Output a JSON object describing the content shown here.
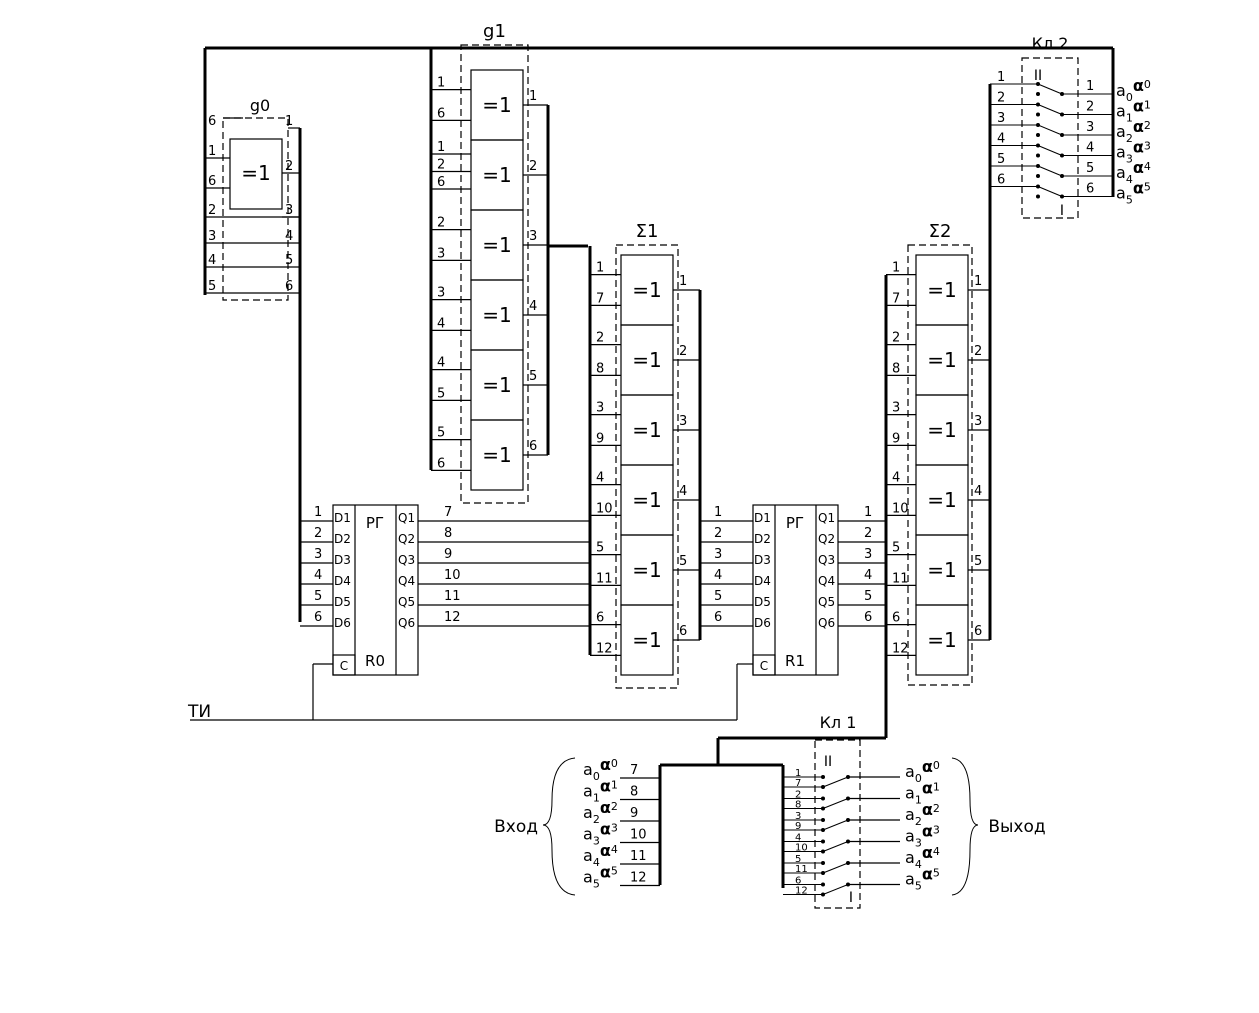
{
  "g0": {
    "title": "g0",
    "gate": "=1",
    "pins_left": [
      "6",
      "1",
      "6",
      "2",
      "3",
      "4",
      "5"
    ],
    "pins_right": [
      "1",
      "2",
      "3",
      "4",
      "5",
      "6"
    ]
  },
  "g1": {
    "title": "g1",
    "gate": "=1",
    "inputs": [
      [
        "1",
        "6"
      ],
      [
        "1",
        "2",
        "6"
      ],
      [
        "2",
        "3"
      ],
      [
        "3",
        "4"
      ],
      [
        "4",
        "5"
      ],
      [
        "5",
        "6"
      ]
    ],
    "outputs": [
      "1",
      "2",
      "3",
      "4",
      "5",
      "6"
    ]
  },
  "m1": {
    "title": "Σ1",
    "gate": "=1",
    "inputs": [
      [
        "1",
        "7"
      ],
      [
        "2",
        "8"
      ],
      [
        "3",
        "9"
      ],
      [
        "4",
        "10"
      ],
      [
        "5",
        "11"
      ],
      [
        "6",
        "12"
      ]
    ],
    "outputs": [
      "1",
      "2",
      "3",
      "4",
      "5",
      "6"
    ]
  },
  "m2": {
    "title": "Σ2",
    "gate": "=1",
    "inputs": [
      [
        "1",
        "7"
      ],
      [
        "2",
        "8"
      ],
      [
        "3",
        "9"
      ],
      [
        "4",
        "10"
      ],
      [
        "5",
        "11"
      ],
      [
        "6",
        "12"
      ]
    ],
    "outputs": [
      "1",
      "2",
      "3",
      "4",
      "5",
      "6"
    ]
  },
  "r0": {
    "type": "РГ",
    "name": "R0",
    "clock_pin": "C",
    "d": [
      "D1",
      "D2",
      "D3",
      "D4",
      "D5",
      "D6"
    ],
    "q": [
      "Q1",
      "Q2",
      "Q3",
      "Q4",
      "Q5",
      "Q6"
    ],
    "in": [
      "1",
      "2",
      "3",
      "4",
      "5",
      "6"
    ],
    "out": [
      "7",
      "8",
      "9",
      "10",
      "11",
      "12"
    ]
  },
  "r1": {
    "type": "РГ",
    "name": "R1",
    "clock_pin": "C",
    "d": [
      "D1",
      "D2",
      "D3",
      "D4",
      "D5",
      "D6"
    ],
    "q": [
      "Q1",
      "Q2",
      "Q3",
      "Q4",
      "Q5",
      "Q6"
    ],
    "in": [
      "1",
      "2",
      "3",
      "4",
      "5",
      "6"
    ],
    "out": [
      "1",
      "2",
      "3",
      "4",
      "5",
      "6"
    ]
  },
  "clock": "ТИ",
  "terms": [
    [
      "a",
      "0",
      "α",
      "0"
    ],
    [
      "a",
      "1",
      "α",
      "1"
    ],
    [
      "a",
      "2",
      "α",
      "2"
    ],
    [
      "a",
      "3",
      "α",
      "3"
    ],
    [
      "a",
      "4",
      "α",
      "4"
    ],
    [
      "a",
      "5",
      "α",
      "5"
    ]
  ],
  "kl1": {
    "title": "Кл 1",
    "pos2": "II",
    "pos1": "I",
    "inputs": [
      "1",
      "7",
      "2",
      "8",
      "3",
      "9",
      "4",
      "10",
      "5",
      "11",
      "6",
      "12"
    ]
  },
  "kl2": {
    "title": "Кл 2",
    "pos2": "II",
    "pos1": "I",
    "inputs": [
      "1",
      "2",
      "3",
      "4",
      "5",
      "6"
    ],
    "outputs": [
      "1",
      "2",
      "3",
      "4",
      "5",
      "6"
    ]
  },
  "input_group": {
    "label": "Вход",
    "pins": [
      "7",
      "8",
      "9",
      "10",
      "11",
      "12"
    ]
  },
  "output_group": {
    "label": "Выход"
  }
}
